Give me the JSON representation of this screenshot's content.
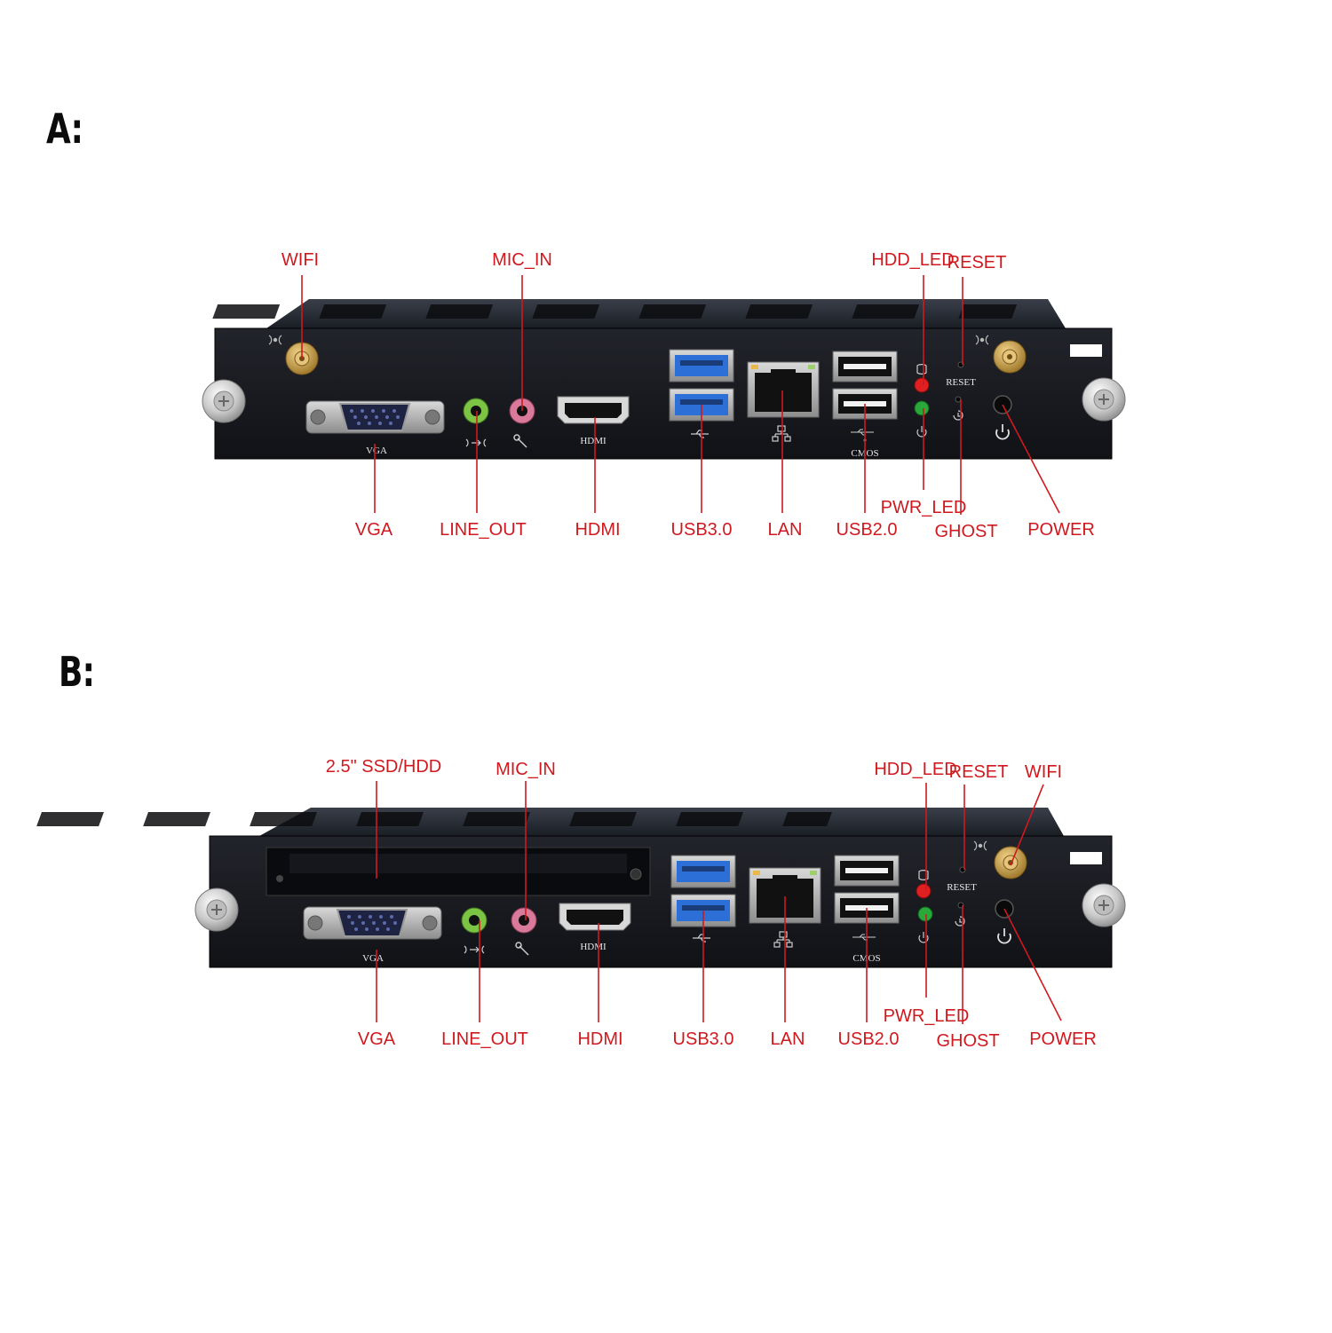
{
  "variants": [
    {
      "letter": "A:",
      "callouts": {
        "wifi": "WIFI",
        "mic_in": "MIC_IN",
        "hdd_led": "HDD_LED",
        "reset": "RESET",
        "vga": "VGA",
        "line_out": "LINE_OUT",
        "hdmi": "HDMI",
        "usb3": "USB3.0",
        "lan": "LAN",
        "usb2": "USB2.0",
        "pwr_led": "PWR_LED",
        "ghost": "GHOST",
        "power": "POWER"
      },
      "silkscreen": {
        "vga": "VGA",
        "hdmi": "HDMI",
        "cmos": "CMOS",
        "reset": "RESET"
      }
    },
    {
      "letter": "B:",
      "callouts": {
        "ssd": "2.5\" SSD/HDD",
        "mic_in": "MIC_IN",
        "hdd_led": "HDD_LED",
        "reset": "RESET",
        "wifi": "WIFI",
        "vga": "VGA",
        "line_out": "LINE_OUT",
        "hdmi": "HDMI",
        "usb3": "USB3.0",
        "lan": "LAN",
        "usb2": "USB2.0",
        "pwr_led": "PWR_LED",
        "ghost": "GHOST",
        "power": "POWER"
      },
      "silkscreen": {
        "vga": "VGA",
        "hdmi": "HDMI",
        "cmos": "CMOS",
        "reset": "RESET"
      }
    }
  ],
  "colors": {
    "callout_text": "#d0191e",
    "chassis": "#1b1b22",
    "usb3_blue": "#2c6fd6",
    "line_out_green": "#7cc444",
    "mic_in_pink": "#d97a9a",
    "hdd_led_red": "#e02020",
    "pwr_led_green": "#2aa83a",
    "antenna_gold": "#c9a14a"
  }
}
